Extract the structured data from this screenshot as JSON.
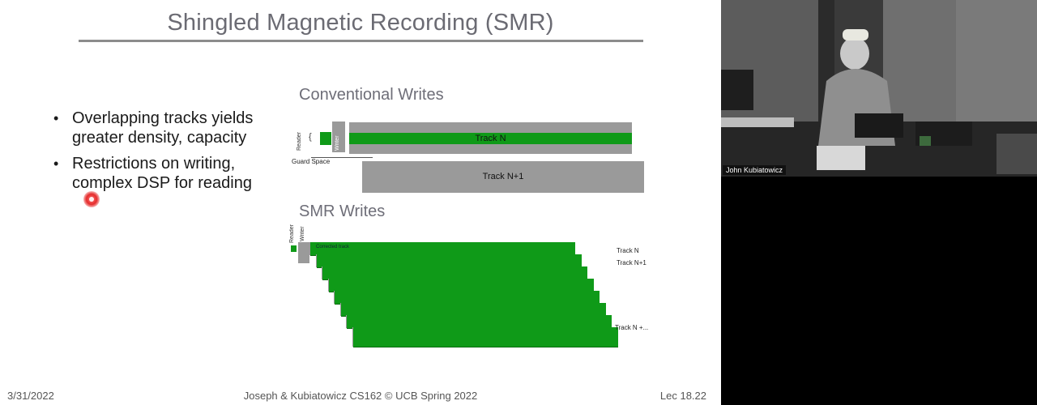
{
  "slide": {
    "title": "Shingled Magnetic Recording (SMR)",
    "bullets": [
      "Overlapping tracks yields greater density, capacity",
      "Restrictions on writing, complex DSP for reading"
    ],
    "conventional": {
      "heading": "Conventional Writes",
      "reader_label": "Reader",
      "writer_label": "Writer",
      "guard_label": "Guard Space",
      "track_n_label": "Track N",
      "track_n1_label": "Track N+1"
    },
    "smr": {
      "heading": "SMR Writes",
      "reader_label": "Reader",
      "writer_label": "Writer",
      "corrected_label": "Corrected track",
      "track_labels": [
        "Track N",
        "Track N+1",
        "Track N +..."
      ],
      "track_count": 8
    },
    "footer": {
      "date": "3/31/2022",
      "center": "Joseph & Kubiatowicz CS162 © UCB Spring 2022",
      "lecture": "Lec 18.22"
    }
  },
  "video": {
    "participant_name": "John Kubiatowicz"
  },
  "colors": {
    "track_green": "#0f9a18",
    "track_gray": "#9a9a9a",
    "title_gray": "#6b6b73",
    "pointer_red": "#e52b2b"
  }
}
